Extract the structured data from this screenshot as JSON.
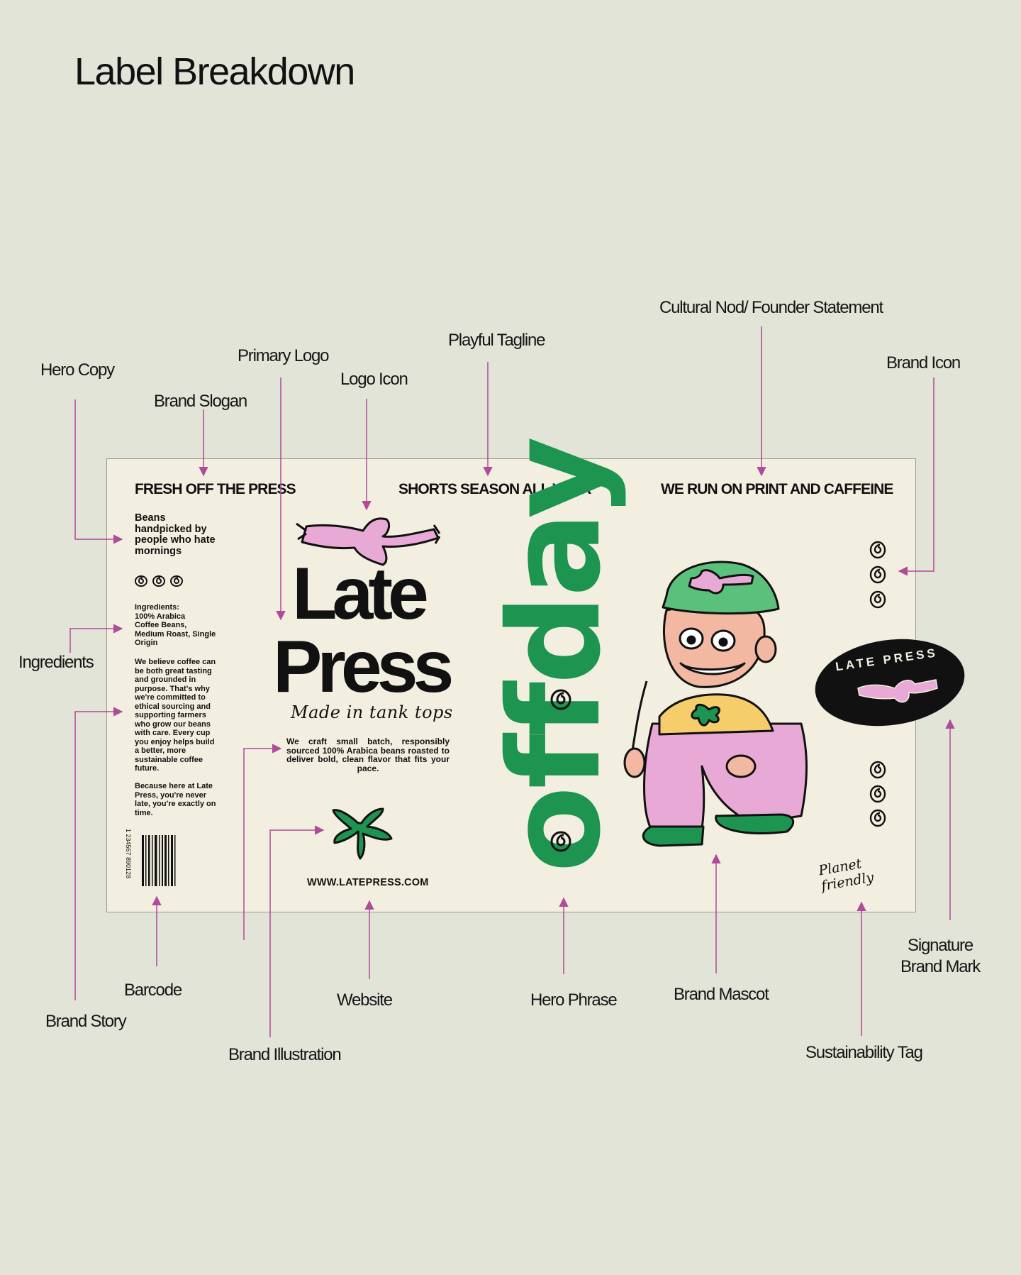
{
  "title": "Label Breakdown",
  "colors": {
    "background": "#e2e4d8",
    "label": "#f3efe0",
    "callout_line": "#b04a9b",
    "brand_green": "#1d9450",
    "brand_pink": "#e8a9d7",
    "brand_yellow": "#f5cd6a"
  },
  "callouts": {
    "hero_copy": "Hero Copy",
    "brand_slogan": "Brand Slogan",
    "primary_logo": "Primary Logo",
    "logo_icon": "Logo Icon",
    "playful_tagline": "Playful Tagline",
    "cultural_nod": "Cultural Nod/ Founder Statement",
    "brand_icon": "Brand Icon",
    "ingredients": "Ingredients",
    "brand_story": "Brand Story",
    "barcode": "Barcode",
    "brand_illustration": "Brand Illustration",
    "website": "Website",
    "hero_phrase": "Hero Phrase",
    "brand_mascot": "Brand Mascot",
    "signature_brand_mark": "Signature\nBrand Mark",
    "sustainability_tag": "Sustainability Tag"
  },
  "label": {
    "headers": {
      "slogan": "FRESH OFF THE PRESS",
      "tagline": "SHORTS SEASON ALL YEAR",
      "founder": "WE RUN ON PRINT AND CAFFEINE"
    },
    "hero_copy": "Beans\nhandpicked by\npeople who hate\nmornings",
    "ingredients": "Ingredients:\n100% Arabica\nCoffee Beans,\nMedium Roast, Single\nOrigin",
    "story": "We believe coffee can\nbe both great tasting\nand grounded in\npurpose. That's why\nwe're committed to\nethical sourcing and\nsupporting farmers\nwho grow our beans\nwith care. Every cup\nyou enjoy helps build\na better, more\nsustainable coffee\nfuture.",
    "story_end": "Because here at Late\nPress, you're never\nlate, you're exactly on\ntime.",
    "barcode_number": "1 234567 890128",
    "logo_line1": "Late",
    "logo_line2": "Press",
    "script_tagline": "Made in tank tops",
    "craft_text": "We craft small batch, responsibly sourced 100% Arabica beans roasted to deliver bold, clean flavor that fits your pace.",
    "website": "WWW.LATEPRESS.COM",
    "hero_phrase": "offday",
    "sustainability": "Planet\nfriendly",
    "badge_text": "LATE PRESS"
  }
}
